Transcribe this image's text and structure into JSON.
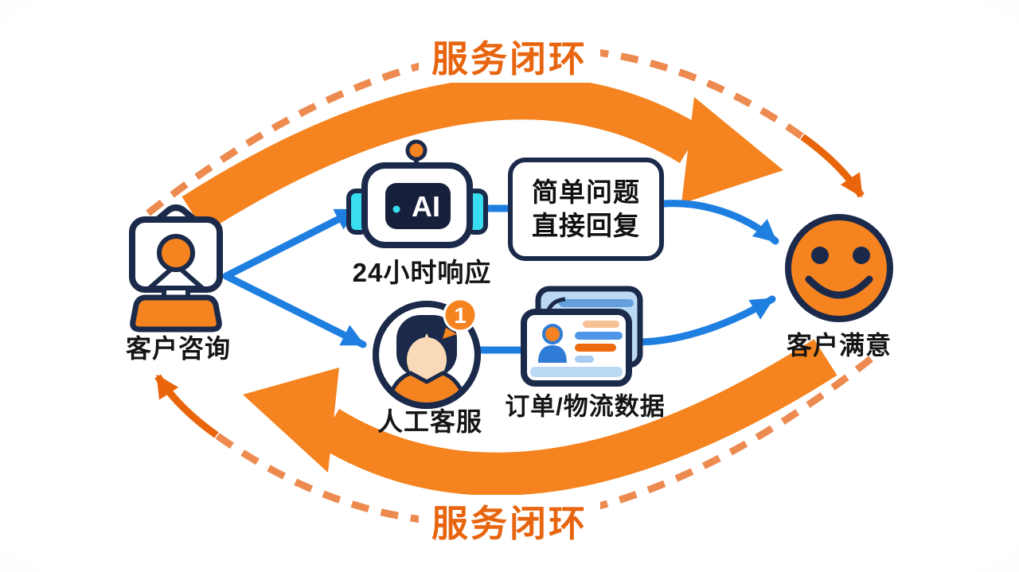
{
  "diagram": {
    "title_top": "服务闭环",
    "title_bottom": "服务闭环",
    "nodes": {
      "customer": {
        "label": "客户咨询"
      },
      "ai_bot": {
        "label": "24小时响应",
        "screen_text": "AI"
      },
      "reply_box": {
        "line1": "简单问题",
        "line2": "直接回复"
      },
      "human_agent": {
        "label": "人工客服",
        "badge_count": "1"
      },
      "order_data": {
        "label": "订单/物流数据"
      },
      "satisfied": {
        "label": "客户满意"
      }
    }
  },
  "colors": {
    "band_orange": "#F5831F",
    "deep_orange": "#E8650C",
    "dash_orange": "#ED8A4F",
    "title_orange": "#E8650F",
    "blue": "#1E7FE1",
    "navy": "#1B2A4A",
    "cyan": "#38DEF0",
    "skin": "#F9D9B8",
    "card_light_blue": "#BBD9F5",
    "text_black": "#151515"
  }
}
